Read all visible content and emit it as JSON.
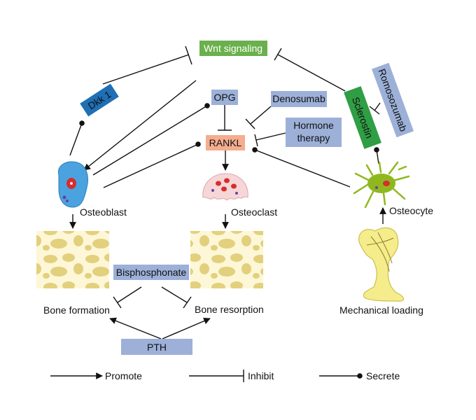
{
  "nodes": {
    "wnt": "Wnt signaling",
    "dkk1": "Dkk 1",
    "opg": "OPG",
    "denosumab": "Denosumab",
    "hormone_1": "Hormone",
    "hormone_2": "therapy",
    "rankl": "RANKL",
    "sclerostin": "Sclerostin",
    "romosozumab": "Romosozumab",
    "osteoblast": "Osteoblast",
    "osteoclast": "Osteoclast",
    "osteocyte": "Osteocyte",
    "bisphosphonate": "Bisphosphonate",
    "bone_formation": "Bone formation",
    "bone_resorption": "Bone resorption",
    "mechanical_loading": "Mechanical loading",
    "pth": "PTH"
  },
  "legend": {
    "promote": "Promote",
    "inhibit": "Inhibit",
    "secrete": "Secrete"
  },
  "colors": {
    "wnt": "#6ab04c",
    "dkk1": "#1f6fb5",
    "blue_box": "#9cb0d8",
    "rankl": "#f4ad8f",
    "sclerostin": "#2f9e44",
    "bone_fill": "#fdf7d8",
    "bone_pore": "#e2d07c"
  }
}
